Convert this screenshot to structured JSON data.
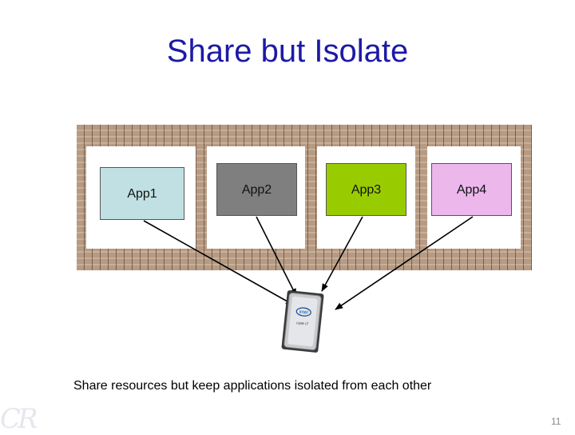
{
  "slide": {
    "title": "Share but Isolate",
    "caption": "Share resources but keep applications isolated from each other",
    "page_number": "11",
    "logo_text": "CR"
  },
  "apps": [
    {
      "label": "App1",
      "color": "#c0e0e3"
    },
    {
      "label": "App2",
      "color": "#7f7f7f"
    },
    {
      "label": "App3",
      "color": "#99cc00"
    },
    {
      "label": "App4",
      "color": "#ecb8ec"
    }
  ],
  "chip": {
    "brand": "intel",
    "model": "core i7"
  },
  "colors": {
    "title": "#1c1aa6",
    "wood": "#b69a83"
  }
}
